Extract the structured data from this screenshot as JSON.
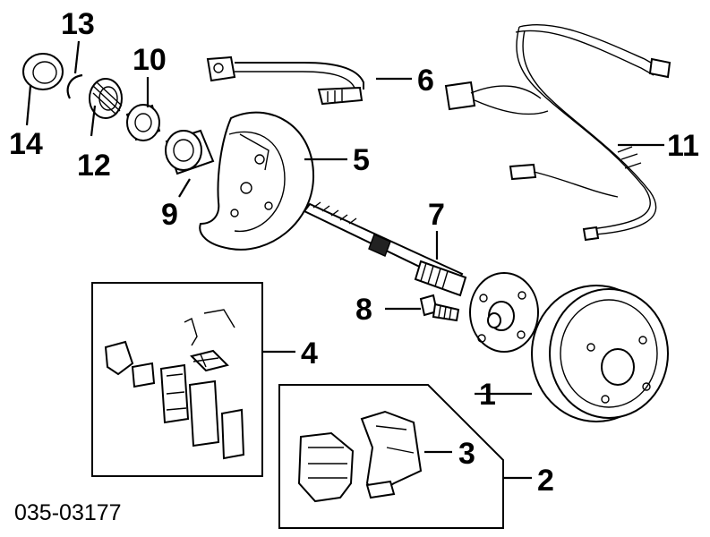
{
  "diagram": {
    "code": "035-03177",
    "callouts": {
      "n1": "1",
      "n2": "2",
      "n3": "3",
      "n4": "4",
      "n5": "5",
      "n6": "6",
      "n7": "7",
      "n8": "8",
      "n9": "9",
      "n10": "10",
      "n11": "11",
      "n12": "12",
      "n13": "13",
      "n14": "14"
    }
  }
}
